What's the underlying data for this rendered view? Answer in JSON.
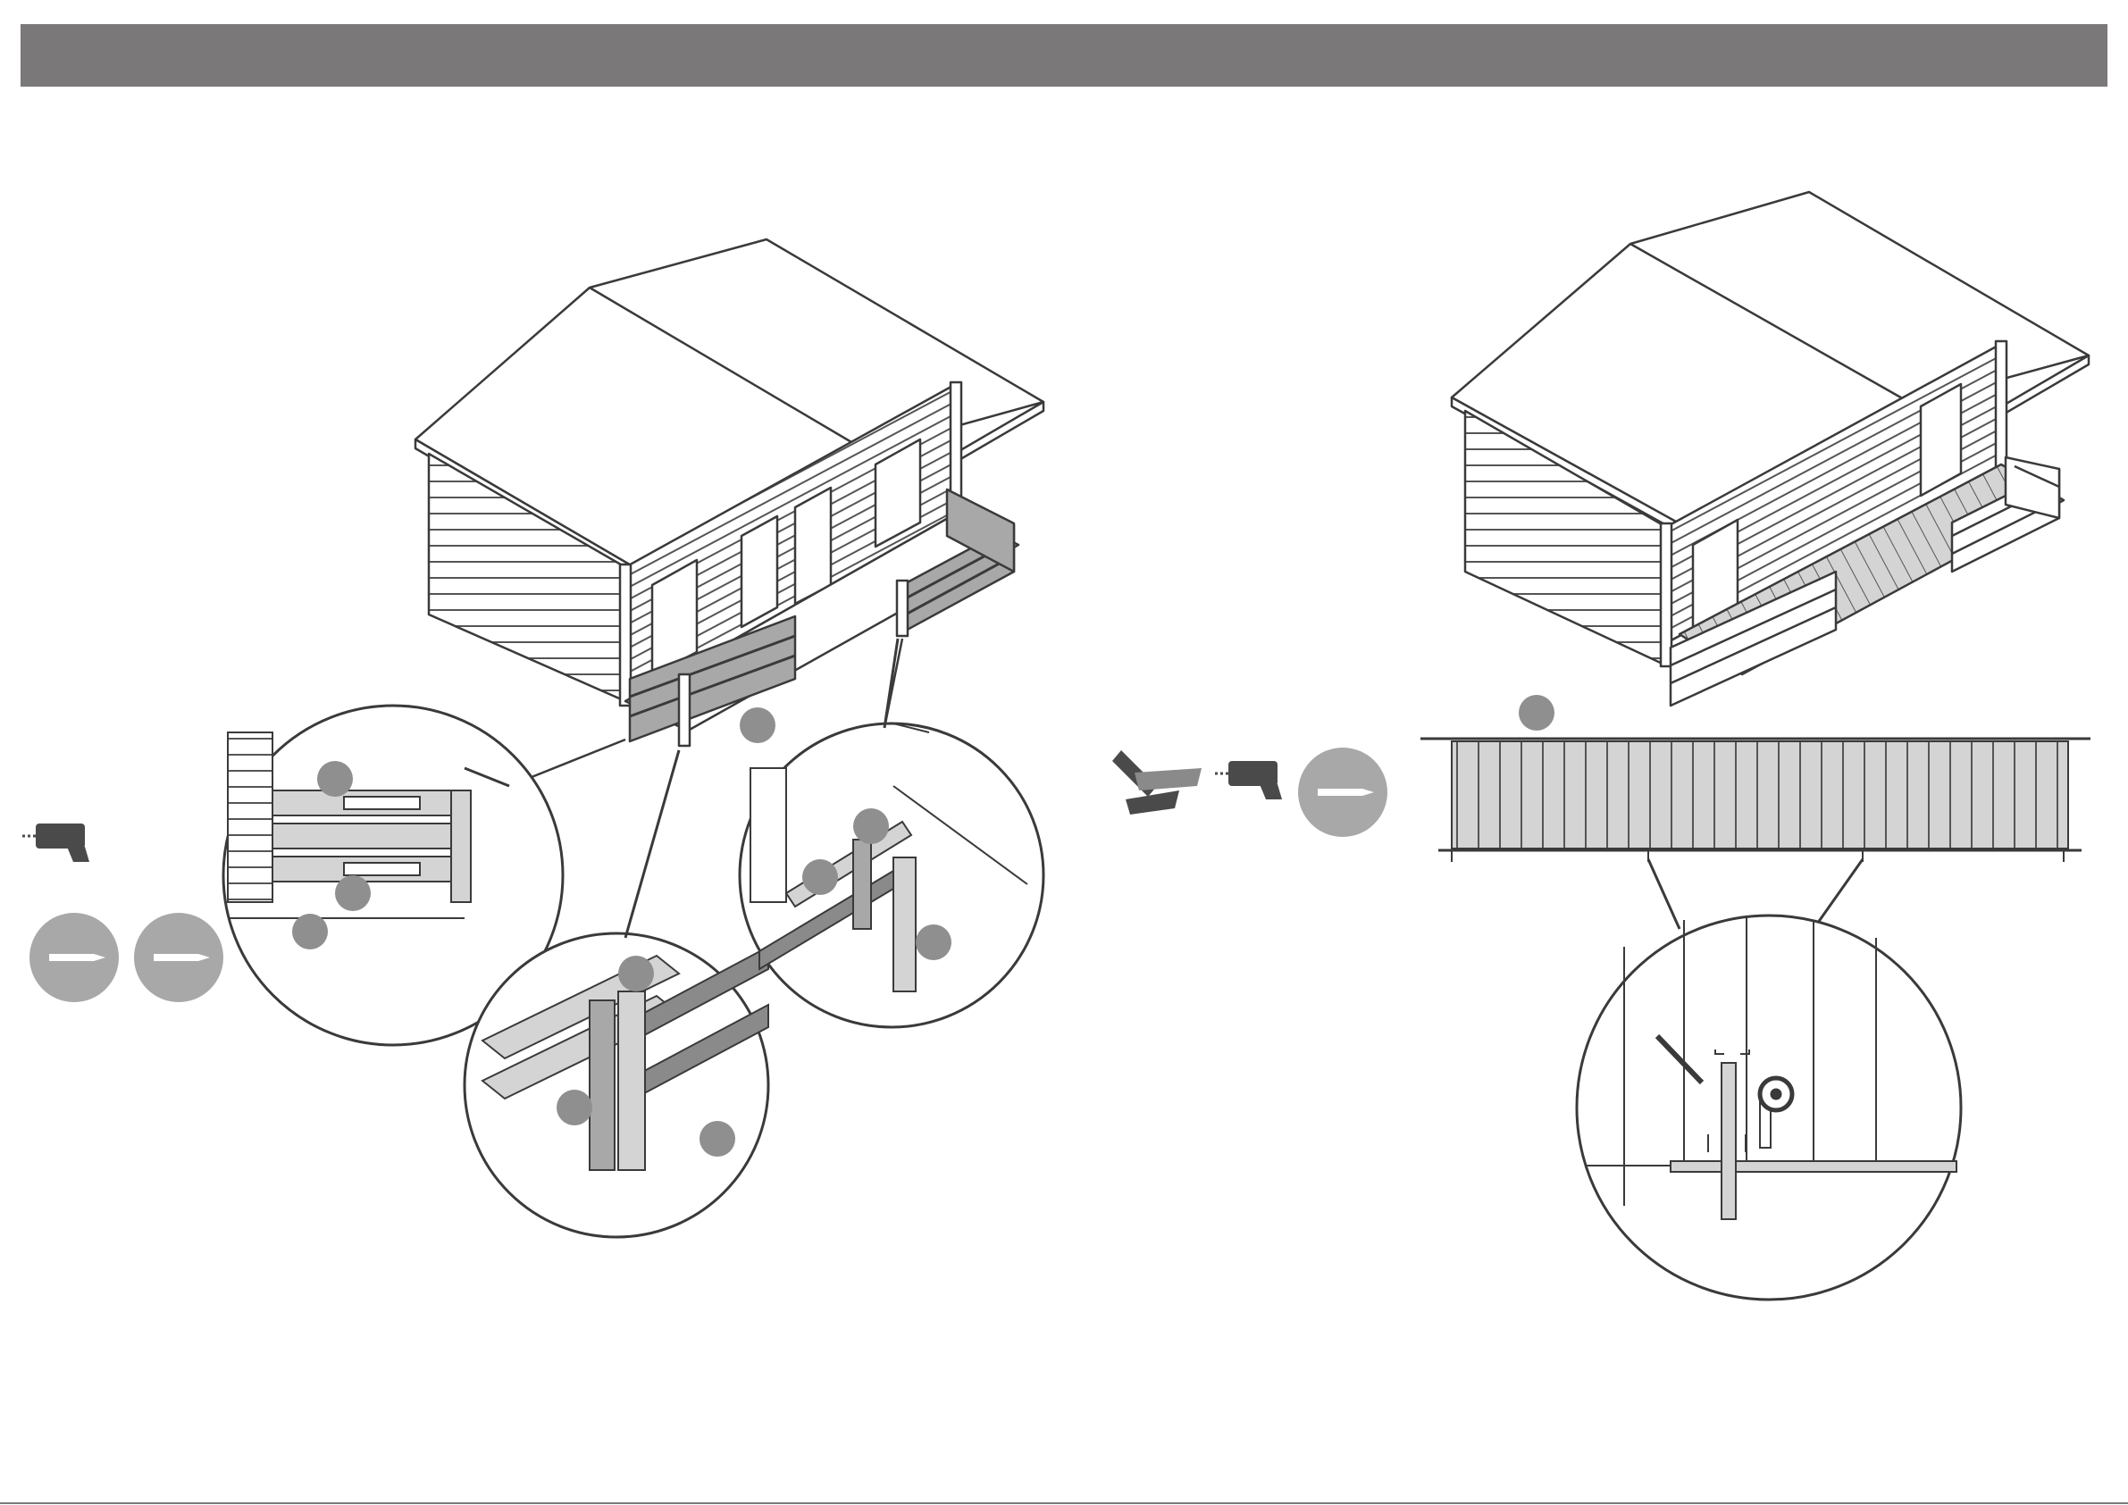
{
  "colors": {
    "header_bar": "#7a7879",
    "line": "#3a3a3a",
    "part_grey_light": "#d4d4d4",
    "part_grey_mid": "#a8a8a8",
    "part_grey_dark": "#8a8a8a",
    "marker_fill": "#8f8f8f",
    "icon_dark": "#4a4a4a",
    "white": "#ffffff"
  },
  "step_left": {
    "tools": [
      "drill-icon",
      "screw-icon",
      "screw-icon"
    ],
    "callouts": [
      "railing-corner-detail",
      "railing-end-detail",
      "railing-post-detail"
    ]
  },
  "step_right": {
    "tools": [
      "saw-icon",
      "drill-icon",
      "screw-icon"
    ],
    "callouts": [
      "decking-joint-detail"
    ]
  }
}
